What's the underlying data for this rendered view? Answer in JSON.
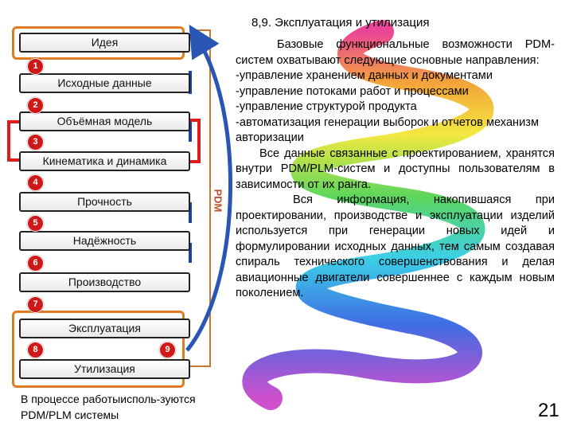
{
  "diagram": {
    "stages": [
      "Идея",
      "Исходные данные",
      "Объёмная модель",
      "Кинематика и динамика",
      "Прочность",
      "Надёжность",
      "Производство",
      "Эксплуатация",
      "Утилизация"
    ],
    "numbers": [
      "1",
      "2",
      "3",
      "4",
      "5",
      "6",
      "7",
      "8",
      "9"
    ],
    "pdm_label": "PDM",
    "caption": "В процессе работыисполь-зуются PDM/PLM системы"
  },
  "content": {
    "title": "8,9. Эксплуатация и утилизация",
    "paragraphs": [
      "Базовые функциональные возможности PDM-систем охватывают следующие основные направления:",
      "-управление хранением данных и документами",
      "-управление потоками работ и процессами",
      "-управление структурой продукта",
      "-автоматизация генерации выборок и отчетов механизм авторизации",
      "Все данные связанные с проектированием, хранятся внутри PDM/PLM-систем и доступны пользователям в зависимости от их ранга.",
      "Вся информация, накопившаяся при проектировании, производстве и эксплуатации изделий используется при генерации новых идей и формулировании исходных данных, тем самым создавая спираль технического совершенствования и делая авиационные двигатели совершеннее с каждым новым поколением."
    ],
    "slide_number": "21"
  },
  "colors": {
    "frame": "#e07b20",
    "badge": "#d01818",
    "connector_red": "#e01b1b",
    "connector_blue": "#1c3fa8",
    "arrow_blue": "#2b55b4"
  }
}
